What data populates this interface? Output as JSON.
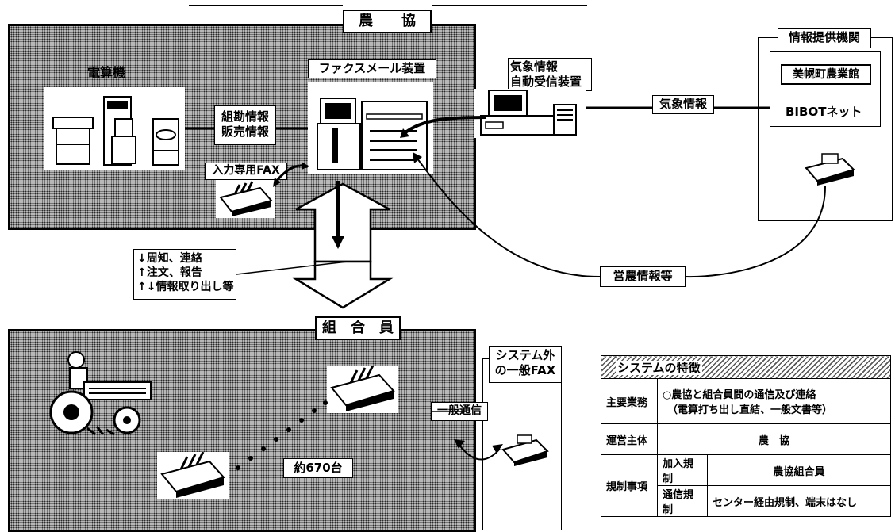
{
  "nokyo_title": "農　　協",
  "kumiaiin_title": "組　合　員",
  "info_provider": {
    "title": "情報提供機関",
    "name": "美幌町農業館",
    "network": "BIBOTネット"
  },
  "computer_label": "電算機",
  "fax_mail_label": "ファクスメール装置",
  "weather_device_label": [
    "気象情報",
    "自動受信装置"
  ],
  "weather_info_label": "気象情報",
  "data_flow_label": [
    "組勘情報",
    "販売情報"
  ],
  "input_fax_label": "入力専用FAX",
  "traffic_note": [
    "↓周知、連絡",
    "↑注文、報告",
    "↑↓情報取り出し等"
  ],
  "farming_info_label": "営農情報等",
  "outside_fax_label": [
    "システム外",
    "の一般FAX"
  ],
  "general_comm_label": "一般通信",
  "unit_count_label": "約670台",
  "features": {
    "title": "システムの特徴",
    "main_business_label": "主要業務",
    "main_business_value": [
      "○農協と組合員間の通信及び連絡",
      "（電算打ち出し直結、一般文書等）"
    ],
    "operator_label": "運営主体",
    "operator_value": "農　協",
    "regulation_label": "規制事項",
    "join_label": "加入規制",
    "join_value": "農協組合員",
    "comm_label": "通信規制",
    "comm_value": "センター経由規制、端末はなし"
  }
}
